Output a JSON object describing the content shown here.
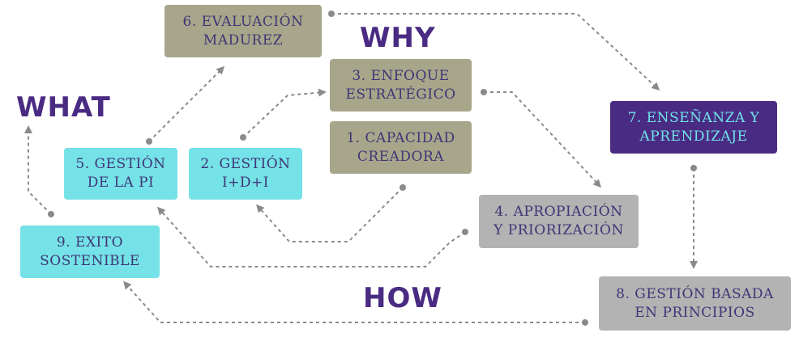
{
  "headings": {
    "why": "WHY",
    "what": "WHAT",
    "how": "HOW"
  },
  "nodes": {
    "n1": {
      "line1": "1. CAPACIDAD",
      "line2": "CREADORA"
    },
    "n2": {
      "line1": "2. GESTIÓN",
      "line2": "I+D+I"
    },
    "n3": {
      "line1": "3. ENFOQUE",
      "line2": "ESTRATÉGICO"
    },
    "n4": {
      "line1": "4. APROPIACIÓN",
      "line2": "Y PRIORIZACIÓN"
    },
    "n5": {
      "line1": "5. GESTIÓN",
      "line2": "DE LA PI"
    },
    "n6": {
      "line1": "6. EVALUACIÓN",
      "line2": "MADUREZ"
    },
    "n7": {
      "line1": "7. ENSEÑANZA Y",
      "line2": "APRENDIZAJE"
    },
    "n8": {
      "line1": "8. GESTIÓN BASADA",
      "line2": "EN PRINCIPIOS"
    },
    "n9": {
      "line1": "9. EXITO",
      "line2": "SOSTENIBLE"
    }
  },
  "colors": {
    "khaki": "#a8a68a",
    "cyan": "#74e2e6",
    "grey": "#b3b3b3",
    "purple": "#4a2b83",
    "text": "#3f3577",
    "connector": "#8a8a8a"
  },
  "edges": [
    {
      "from": "n1",
      "to": "n2"
    },
    {
      "from": "n2",
      "to": "n3"
    },
    {
      "from": "n3",
      "to": "n4"
    },
    {
      "from": "n4",
      "to": "n5"
    },
    {
      "from": "n5",
      "to": "n6"
    },
    {
      "from": "n6",
      "to": "n7"
    },
    {
      "from": "n7",
      "to": "n8"
    },
    {
      "from": "n8",
      "to": "n9"
    },
    {
      "from": "n9",
      "to": "what"
    }
  ]
}
